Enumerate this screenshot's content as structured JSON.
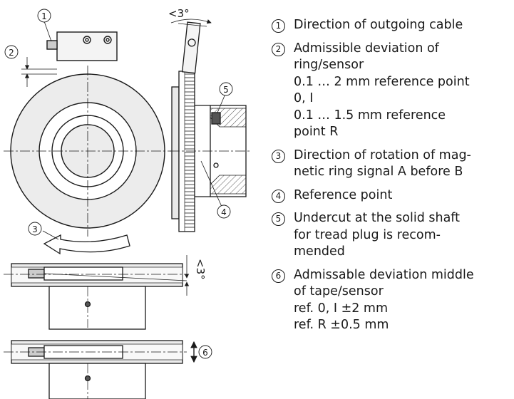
{
  "drawing": {
    "callouts": [
      "1",
      "2",
      "3",
      "4",
      "5",
      "6"
    ],
    "angle_top": "<3°",
    "angle_side": "<3°"
  },
  "legend": [
    {
      "num": "1",
      "lines": [
        "Direction of outgoing cable"
      ]
    },
    {
      "num": "2",
      "lines": [
        "Admissible deviation of",
        "ring/sensor",
        "0.1 … 2 mm reference point",
        "0, I",
        "0.1 … 1.5 mm reference",
        "point R"
      ]
    },
    {
      "num": "3",
      "lines": [
        "Direction of rotation of mag-",
        "netic ring signal A before B"
      ]
    },
    {
      "num": "4",
      "lines": [
        "Reference point"
      ]
    },
    {
      "num": "5",
      "lines": [
        "Undercut at the solid shaft",
        "for tread plug is recom-",
        "mended"
      ]
    },
    {
      "num": "6",
      "lines": [
        "Admissable deviation middle",
        "of tape/sensor",
        "ref. 0, I ±2 mm",
        "ref. R ±0.5 mm"
      ]
    }
  ]
}
